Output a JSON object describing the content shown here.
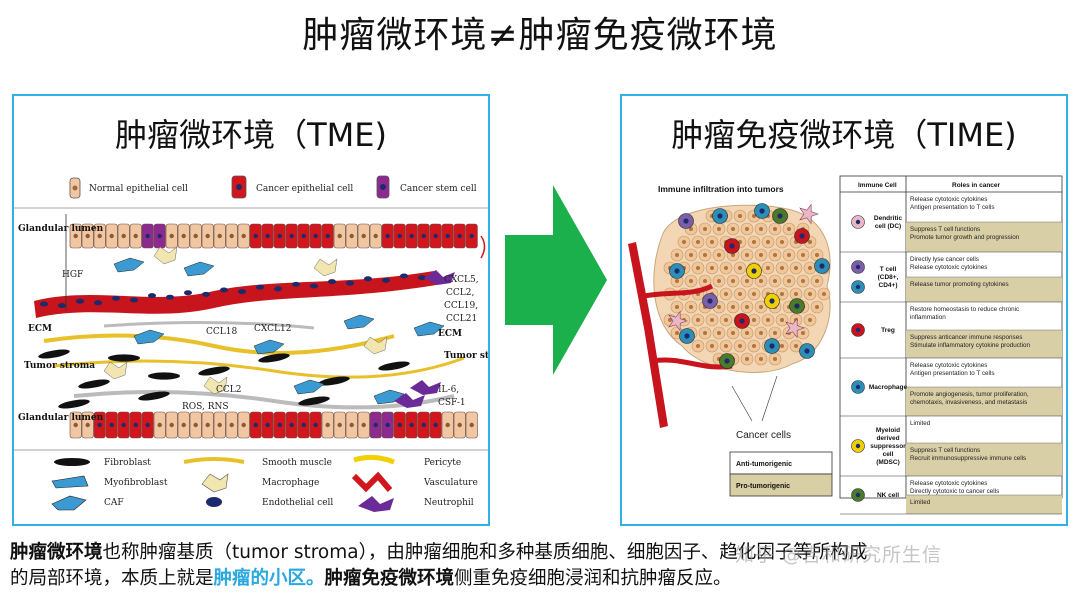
{
  "title": "肿瘤微环境≠肿瘤免疫微环境",
  "left_panel": {
    "title": "肿瘤微环境（TME)",
    "legend_top": [
      "Normal epithelial cell",
      "Cancer epithelial cell",
      "Cancer stem cell"
    ],
    "region_labels": [
      "Glandular lumen",
      "ECM",
      "Tumor stroma",
      "Glandular lumen",
      "Tumor stroma",
      "ECM"
    ],
    "factors": [
      "HGF",
      "CXCL5,",
      "CCL2,",
      "CCL19,",
      "CCL21",
      "CCL18",
      "CXCL12",
      "CCL2",
      "ROS, RNS",
      "IL-6,",
      "CSF-1"
    ],
    "legend_bottom": [
      "Fibroblast",
      "Smooth muscle",
      "Pericyte",
      "Myofibroblast",
      "Macrophage",
      "Vasculature",
      "CAF",
      "Endothelial cell",
      "Neutrophil"
    ]
  },
  "right_panel": {
    "title": "肿瘤免疫微环境（TIME)",
    "figure_title": "Immune infiltration into tumors",
    "cancer_label": "Cancer cells",
    "key": [
      "Anti-tumorigenic",
      "Pro-tumorigenic"
    ],
    "table": {
      "headers": [
        "Immune Cell",
        "Roles in cancer"
      ],
      "rows": [
        {
          "cell": [
            "Dendritic",
            "cell (DC)"
          ],
          "anti": [
            "Release cytotoxic cytokines",
            "Antigen presentation to T cells"
          ],
          "pro": [
            "Suppress T cell functions",
            "Promote tumor growth and progression"
          ]
        },
        {
          "cell": [
            "T cell",
            "(CD8+,",
            "CD4+)"
          ],
          "anti": [
            "Directly lyse cancer cells",
            "Release cytotoxic cytokines"
          ],
          "pro": [
            "Release tumor promoting cytokines"
          ]
        },
        {
          "cell": [
            "Treg"
          ],
          "anti": [
            "Restore homeostasis to reduce chronic",
            "inflammation"
          ],
          "pro": [
            "Suppress anticancer immune responses",
            "Stimulate inflammatory cytokine production"
          ]
        },
        {
          "cell": [
            "Macrophage"
          ],
          "anti": [
            "Release cytotoxic cytokines",
            "Antigen presentation to T cells"
          ],
          "pro": [
            "Promote angiogenesis, tumor proliferation,",
            "chemotaxis, invasiveness, and metastasis"
          ]
        },
        {
          "cell": [
            "Myeloid",
            "derived",
            "suppressor",
            "cell",
            "(MDSC)"
          ],
          "anti": [
            "Limited"
          ],
          "pro": [
            "Suppress T cell functions",
            "Recruit immunosuppressive immune cells"
          ]
        },
        {
          "cell": [
            "NK cell"
          ],
          "anti": [
            "Release cytotoxic cytokines",
            "Directly cytotoxic to cancer cells"
          ],
          "pro": [
            "Limited"
          ]
        }
      ]
    }
  },
  "caption": {
    "b1": "肿瘤微环境",
    "t1": "也称肿瘤基质（tumor stroma），由肿瘤细胞和多种基质细胞、细胞因子、趋化因子等所构成",
    "t2": "的局部环境，本质上就是",
    "hl": "肿瘤的小区。",
    "b2": "肿瘤免疫微环境",
    "t3": "侧重免疫细胞浸润和抗肿瘤反应。"
  },
  "watermark": "知乎 @吉和研究所生信",
  "colors": {
    "accent": "#2fb2e6",
    "arrow": "#1bb04c",
    "pro_row": "#d9cfa6",
    "cancer_red": "#d2161e",
    "normal_epi": "#f1c6a2"
  }
}
